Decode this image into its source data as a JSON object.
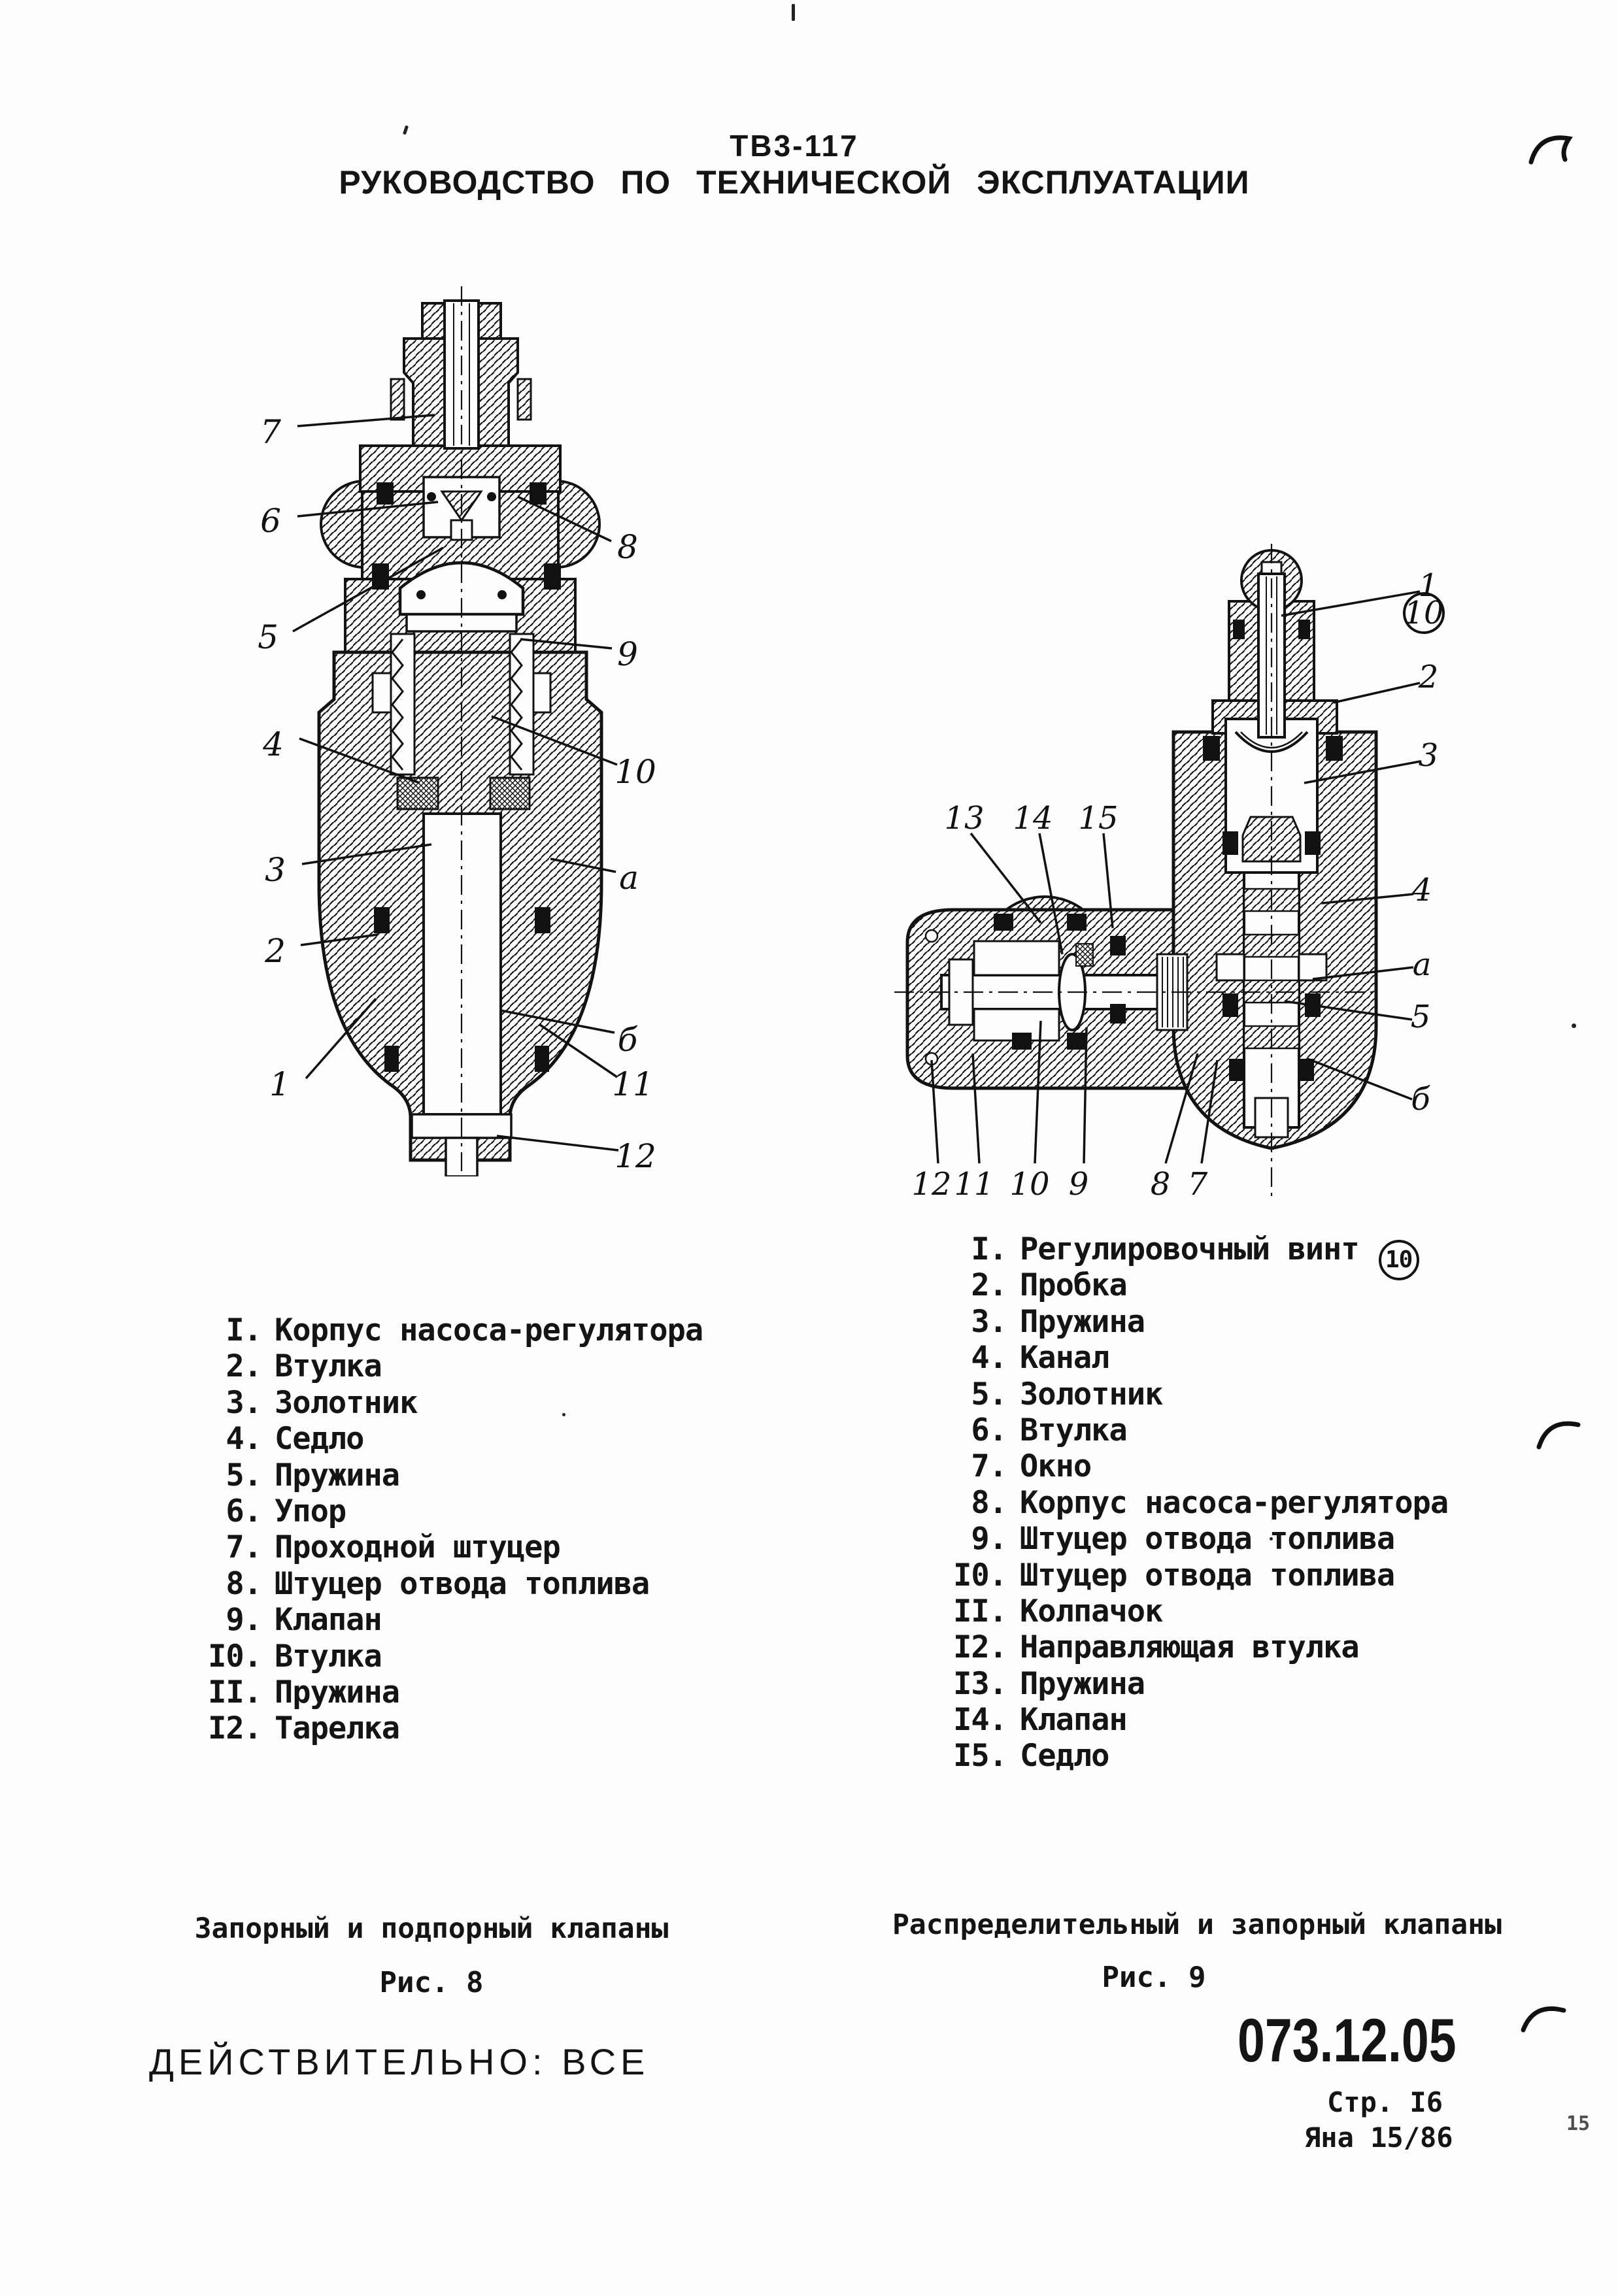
{
  "header": {
    "title_line1": "ТВ3-117",
    "title_line2": "РУКОВОДСТВО ПО ТЕХНИЧЕСКОЙ ЭКСПЛУАТАЦИИ"
  },
  "fig8": {
    "caption": "Запорный и подпорный клапаны",
    "figure_label": "Рис. 8",
    "callouts": {
      "left": [
        "7",
        "6",
        "5",
        "4",
        "3",
        "2",
        "1"
      ],
      "right": [
        "8",
        "9",
        "10",
        "а",
        "б",
        "11",
        "12"
      ]
    },
    "parts": [
      {
        "num": "I.",
        "label": "Корпус насоса-регулятора"
      },
      {
        "num": "2.",
        "label": "Втулка"
      },
      {
        "num": "3.",
        "label": "Золотник"
      },
      {
        "num": "4.",
        "label": "Седло"
      },
      {
        "num": "5.",
        "label": "Пружина"
      },
      {
        "num": "6.",
        "label": "Упор"
      },
      {
        "num": "7.",
        "label": "Проходной штуцер"
      },
      {
        "num": "8.",
        "label": "Штуцер отвода топлива"
      },
      {
        "num": "9.",
        "label": "Клапан"
      },
      {
        "num": "I0.",
        "label": "Втулка"
      },
      {
        "num": "II.",
        "label": "Пружина"
      },
      {
        "num": "I2.",
        "label": "Тарелка"
      }
    ]
  },
  "fig9": {
    "caption": "Распределительный и запорный клапаны",
    "figure_label": "Рис. 9",
    "circled_ref": "10",
    "callouts": {
      "top": [
        "13",
        "14",
        "15"
      ],
      "right": [
        "1",
        "2",
        "3",
        "4",
        "а",
        "5",
        "б"
      ],
      "bottom": [
        "12",
        "11",
        "10",
        "9",
        "8",
        "7"
      ]
    },
    "parts": [
      {
        "num": "I.",
        "label": "Регулировочный винт",
        "circled": "10"
      },
      {
        "num": "2.",
        "label": "Пробка"
      },
      {
        "num": "3.",
        "label": "Пружина"
      },
      {
        "num": "4.",
        "label": "Канал"
      },
      {
        "num": "5.",
        "label": "Золотник"
      },
      {
        "num": "6.",
        "label": "Втулка"
      },
      {
        "num": "7.",
        "label": "Окно"
      },
      {
        "num": "8.",
        "label": "Корпус насоса-регулятора"
      },
      {
        "num": "9.",
        "label": "Штуцер отвода топлива"
      },
      {
        "num": "I0.",
        "label": "Штуцер отвода топлива"
      },
      {
        "num": "II.",
        "label": "Колпачок"
      },
      {
        "num": "I2.",
        "label": "Направляющая втулка"
      },
      {
        "num": "I3.",
        "label": "Пружина"
      },
      {
        "num": "I4.",
        "label": "Клапан"
      },
      {
        "num": "I5.",
        "label": "Седло"
      }
    ]
  },
  "footer": {
    "validity": "ДЕЙСТВИТЕЛЬНО: ВСЕ",
    "doc_number": "073.12.05",
    "page_label": "Стр. I6",
    "date_label": "Яна 15/86",
    "corner_mark": "15"
  }
}
